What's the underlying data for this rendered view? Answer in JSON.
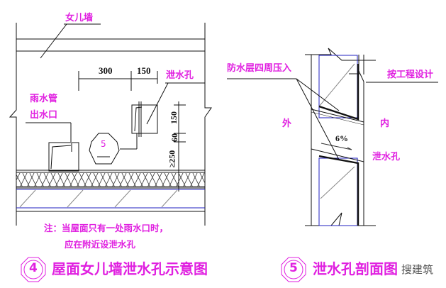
{
  "left_detail": {
    "parapet_label": "女儿墙",
    "weep_hole_label": "泄水孔",
    "outlet_label_line1": "雨水管",
    "outlet_label_line2": "出水口",
    "dim_horizontal": [
      "300",
      "150"
    ],
    "dim_vertical": [
      "150",
      "60",
      "≥250"
    ],
    "section_ref": "5",
    "note_line1": "注：当屋面只有一处雨水口时，",
    "note_line2": "应在附近设泄水孔",
    "title_number": "4",
    "title": "屋面女儿墙泄水孔示意图"
  },
  "right_detail": {
    "membrane_label": "防水层四周压入",
    "design_label": "按工程设计",
    "outside_label": "外",
    "inside_label": "内",
    "slope_label": "6%",
    "weep_hole_label": "泄水孔",
    "title_number": "5",
    "title": "泄水孔剖面图"
  },
  "watermark": "搜建筑",
  "colors": {
    "annotation": "#e020e0",
    "line": "#111111",
    "membrane_blue": "#2020c0"
  }
}
